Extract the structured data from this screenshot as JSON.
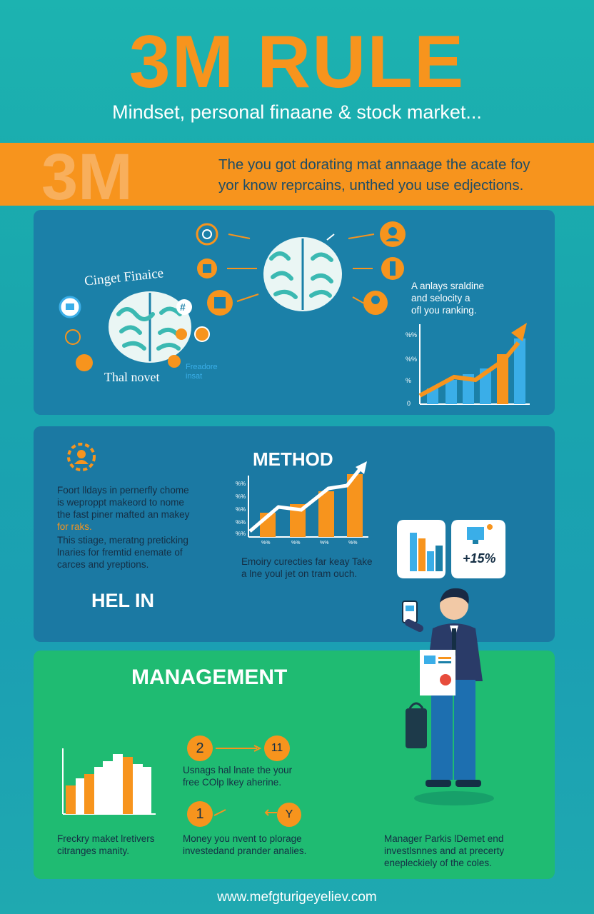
{
  "header": {
    "title": "3M RULE",
    "subtitle": "Mindset, personal finaane & stock market..."
  },
  "band": {
    "big_label": "3M",
    "text_line1": "The you got dorating mat annaage the acate foy",
    "text_line2": "yor know reprcains, unthed you use edjections."
  },
  "panel1": {
    "left_label_top": "Cinget  Finaice",
    "left_label_bottom": "Thal novet",
    "left_label_side": "Freadore insat",
    "right_text_line1": "A anlays sraldine",
    "right_text_line2": "and selocity a",
    "right_text_line3": "ofl you ranking.",
    "chart_ticks": [
      "%%",
      "%%",
      "%",
      "0"
    ],
    "icons": [
      "brain-icon",
      "camera-icon",
      "user-icon",
      "gear-icon",
      "money-icon",
      "briefcase-icon",
      "chart-icon",
      "person-icon",
      "avatar-icon"
    ]
  },
  "panel2": {
    "left_text_line1": "Foort lldays in pernerfly chome",
    "left_text_line2": "is weproppt makeord to nome",
    "left_text_line3": "the fast piner mafted an makey",
    "left_text_line4": "for raks.",
    "left_text2_line1": "This stiage, meratng preticking",
    "left_text2_line2": "lnaries for fremtid enemate of",
    "left_text2_line3": "carces and yreptions.",
    "heading": "HEL IN",
    "method_title": "METHOD",
    "method_ticks": [
      "%%",
      "%%",
      "%%",
      "%%",
      "%%"
    ],
    "method_x_ticks": [
      "%%",
      "%%",
      "%%",
      "%%"
    ],
    "method_caption_line1": "Emoiry curecties far keay Take",
    "method_caption_line2": "a lne youl jet on tram ouch.",
    "badge_text": "+15%"
  },
  "panel3": {
    "heading": "MANAGEMENT",
    "num1": "2",
    "num2": "11",
    "num3": "1",
    "num4": "Y",
    "mid_text1_line1": "Usnags hal lnate the your",
    "mid_text1_line2": "free COlp lkey aherine.",
    "mid_text2_line1": "Money you nvent to plorage",
    "mid_text2_line2": "investedand prander analies.",
    "left_text_line1": "Freckry maket lretivers",
    "left_text_line2": "citranges manity.",
    "right_text_line1": "Manager Parkis lDemet end",
    "right_text_line2": "investlsnnes and at precerty",
    "right_text_line3": "enepleckiely of the coles."
  },
  "footer": {
    "url": "www.mefgturigeyeliev.com"
  },
  "colors": {
    "orange": "#f7941d",
    "teal_bg": "#1cb3b0",
    "panel_blue": "#1b80a8",
    "panel_green": "#1fbb72",
    "bar_blue": "#3aaee8",
    "dark_text": "#152f45"
  }
}
